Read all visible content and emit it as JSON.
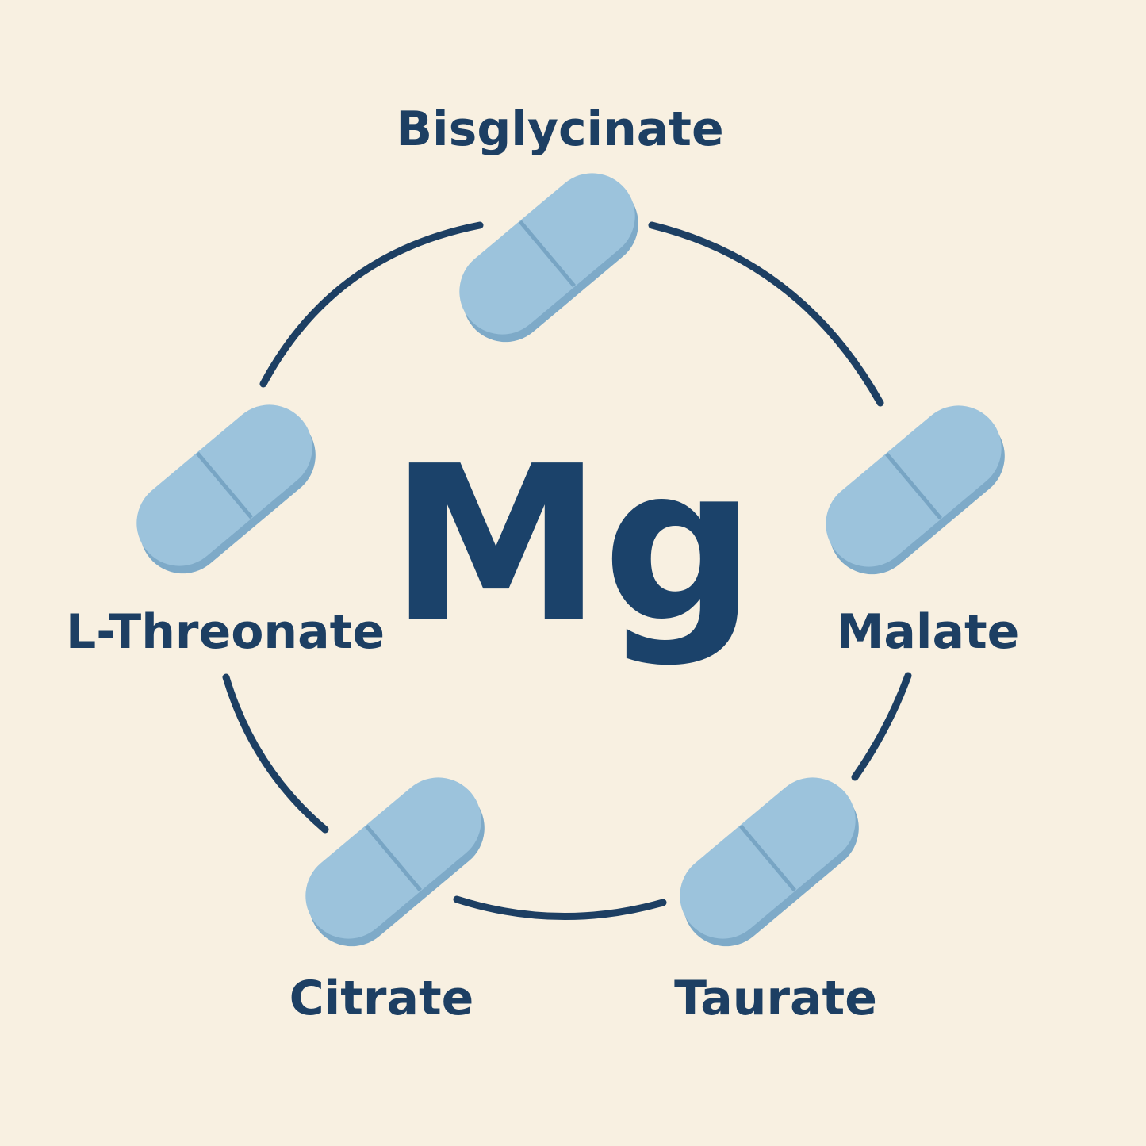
{
  "center": {
    "symbol": "Mg"
  },
  "forms": [
    {
      "label": "Bisglycinate"
    },
    {
      "label": "Malate"
    },
    {
      "label": "Taurate"
    },
    {
      "label": "Citrate"
    },
    {
      "label": "L-Threonate"
    }
  ],
  "colors": {
    "background": "#f8f0e1",
    "text": "#1d3f63",
    "ring": "#1d3f63",
    "pill": "#9cc3dc",
    "pill_shadow": "#7eaac8"
  },
  "icons": [
    "capsule-pill-icon"
  ]
}
